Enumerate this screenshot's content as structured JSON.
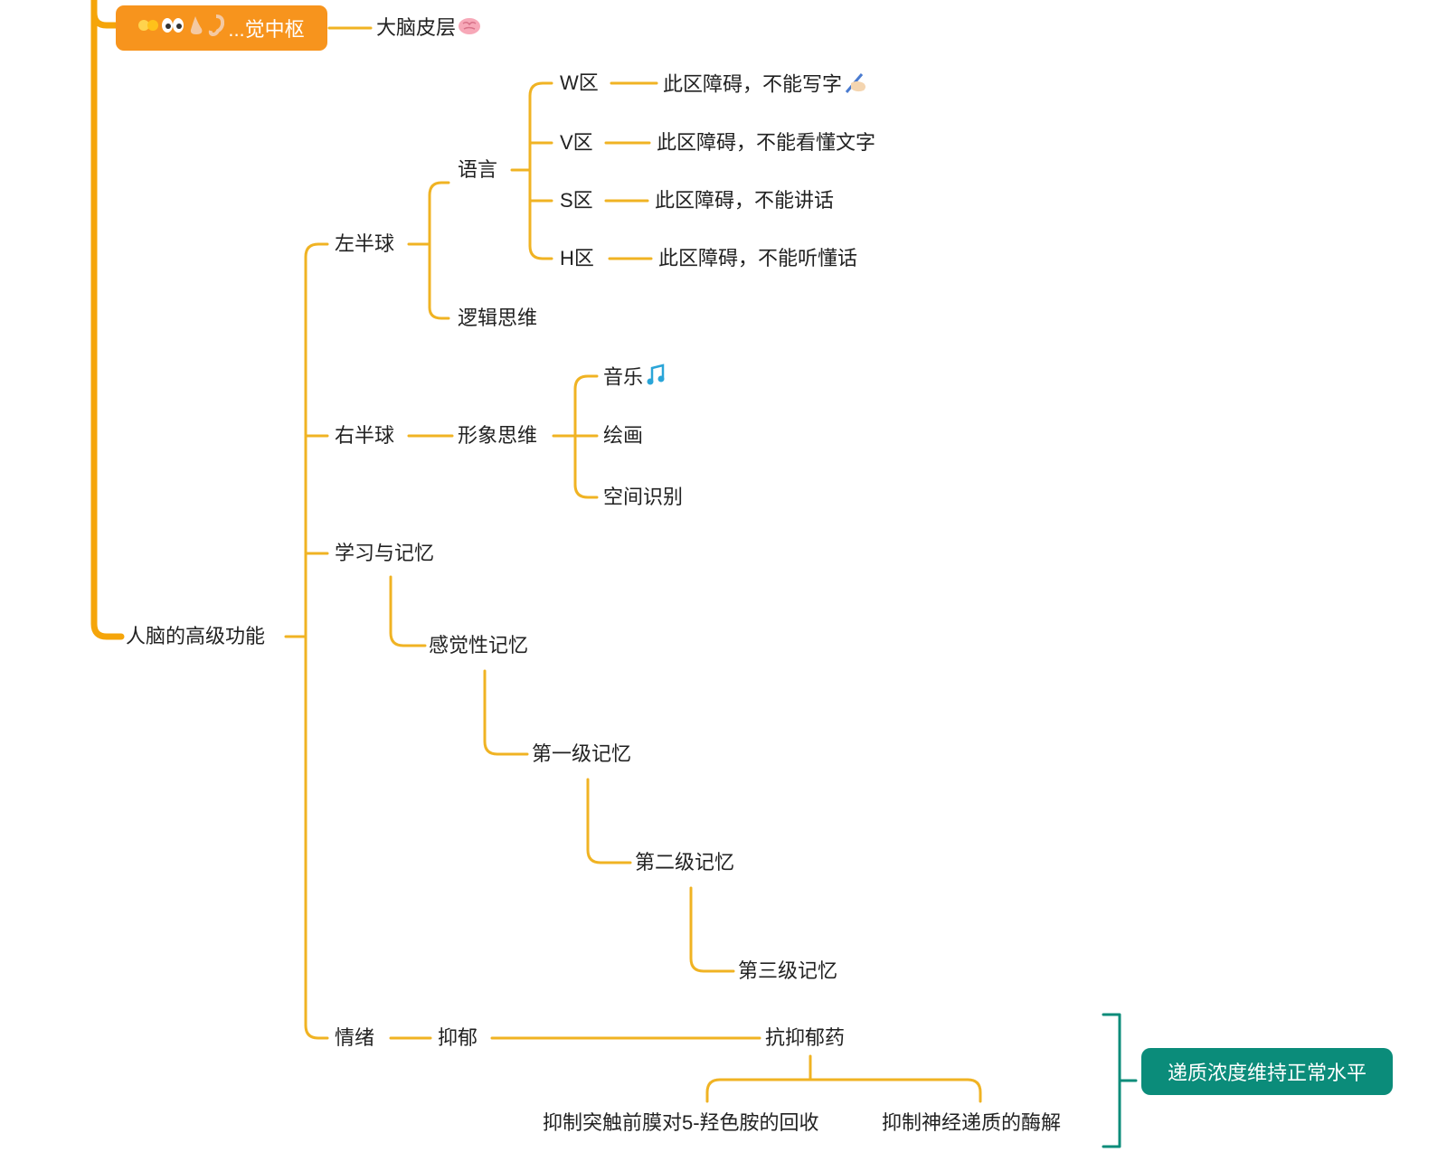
{
  "colors": {
    "line": "#f0b323",
    "root_line": "#f5a50a",
    "orange_pill": "#f7941d",
    "teal_pill": "#0b8c7a",
    "bracket": "#0b8c7a"
  },
  "top": {
    "pill_text": "...觉中枢",
    "pill_icons": [
      "hands-icon",
      "eyes-icon",
      "nose-icon",
      "ear-icon"
    ],
    "target": "大脑皮层",
    "target_icon": "brain-icon"
  },
  "main": {
    "root": "人脑的高级功能",
    "left_hemisphere": {
      "label": "左半球",
      "language": {
        "label": "语言",
        "areas": [
          {
            "area": "W区",
            "desc": "此区障碍，不能写字",
            "icon": "writing-hand-icon"
          },
          {
            "area": "V区",
            "desc": "此区障碍，不能看懂文字"
          },
          {
            "area": "S区",
            "desc": "此区障碍，不能讲话"
          },
          {
            "area": "H区",
            "desc": "此区障碍，不能听懂话"
          }
        ]
      },
      "logic": "逻辑思维"
    },
    "right_hemisphere": {
      "label": "右半球",
      "imagery": "形象思维",
      "items": [
        "音乐",
        "绘画",
        "空间识别"
      ],
      "music_icon": "musical-notes-icon"
    },
    "learning_memory": {
      "label": "学习与记忆",
      "chain": [
        "感觉性记忆",
        "第一级记忆",
        "第二级记忆",
        "第三级记忆"
      ]
    },
    "emotion": {
      "label": "情绪",
      "depression": "抑郁",
      "drug": "抗抑郁药",
      "mechanisms": [
        "抑制突触前膜对5-羟色胺的回收",
        "抑制神经递质的酶解"
      ],
      "result": "递质浓度维持正常水平"
    }
  }
}
